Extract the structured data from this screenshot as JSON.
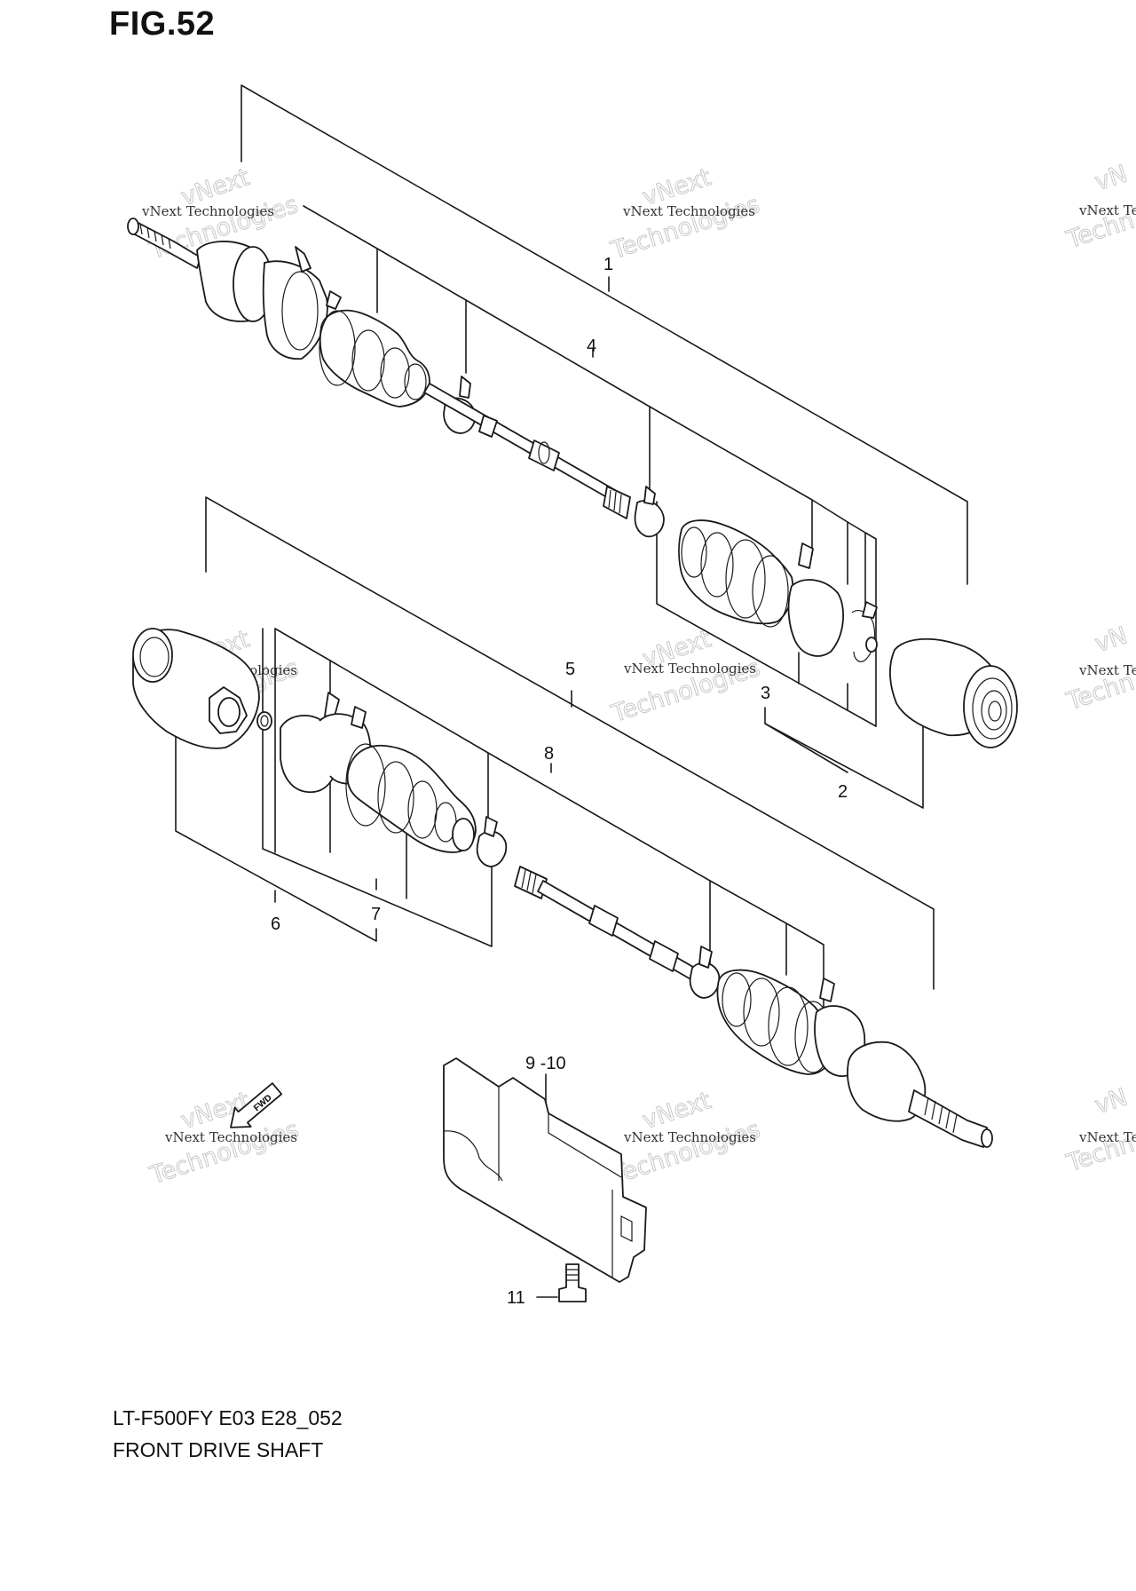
{
  "figure": {
    "title": "FIG.52",
    "model_code": "LT-F500FY E03 E28_052",
    "name": "FRONT DRIVE SHAFT"
  },
  "callouts": {
    "c1": "1",
    "c2": "2",
    "c3": "3",
    "c4": "4",
    "c5": "5",
    "c6": "6",
    "c7": "7",
    "c8": "8",
    "c9_10": "9 -10",
    "c11": "11"
  },
  "fwd_arrow": {
    "label": "FWD"
  },
  "watermark": {
    "company_line": "vNext Technologies",
    "brand_top": "vNext",
    "brand_bottom": "Technologies",
    "edge_top": "vN",
    "edge_small": "vNext Te",
    "edge_bottom": "Techn"
  },
  "colors": {
    "line": "#1a1a1a",
    "watermark": "#c9c9c9",
    "background": "#ffffff"
  }
}
